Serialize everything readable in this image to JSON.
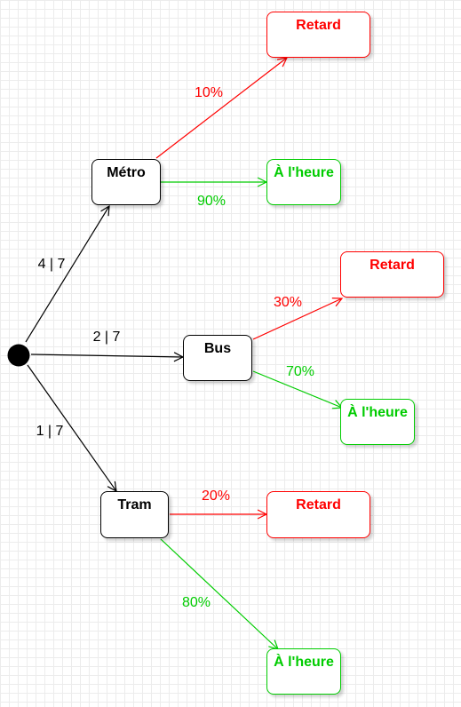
{
  "colors": {
    "stage1": "#000000",
    "late": "#ff0000",
    "ontime": "#00cc00"
  },
  "stage1_nodes": [
    {
      "label": "Métro"
    },
    {
      "label": "Bus"
    },
    {
      "label": "Tram"
    }
  ],
  "stage1_edges": [
    {
      "label": "4 | 7"
    },
    {
      "label": "2 | 7"
    },
    {
      "label": "1 | 7"
    }
  ],
  "outcome_nodes": [
    {
      "label": "Retard"
    },
    {
      "label": "À l'heure"
    },
    {
      "label": "Retard"
    },
    {
      "label": "À l'heure"
    },
    {
      "label": "Retard"
    },
    {
      "label": "À l'heure"
    }
  ],
  "outcome_edges": [
    {
      "label": "10%"
    },
    {
      "label": "90%"
    },
    {
      "label": "30%"
    },
    {
      "label": "70%"
    },
    {
      "label": "20%"
    },
    {
      "label": "80%"
    }
  ]
}
